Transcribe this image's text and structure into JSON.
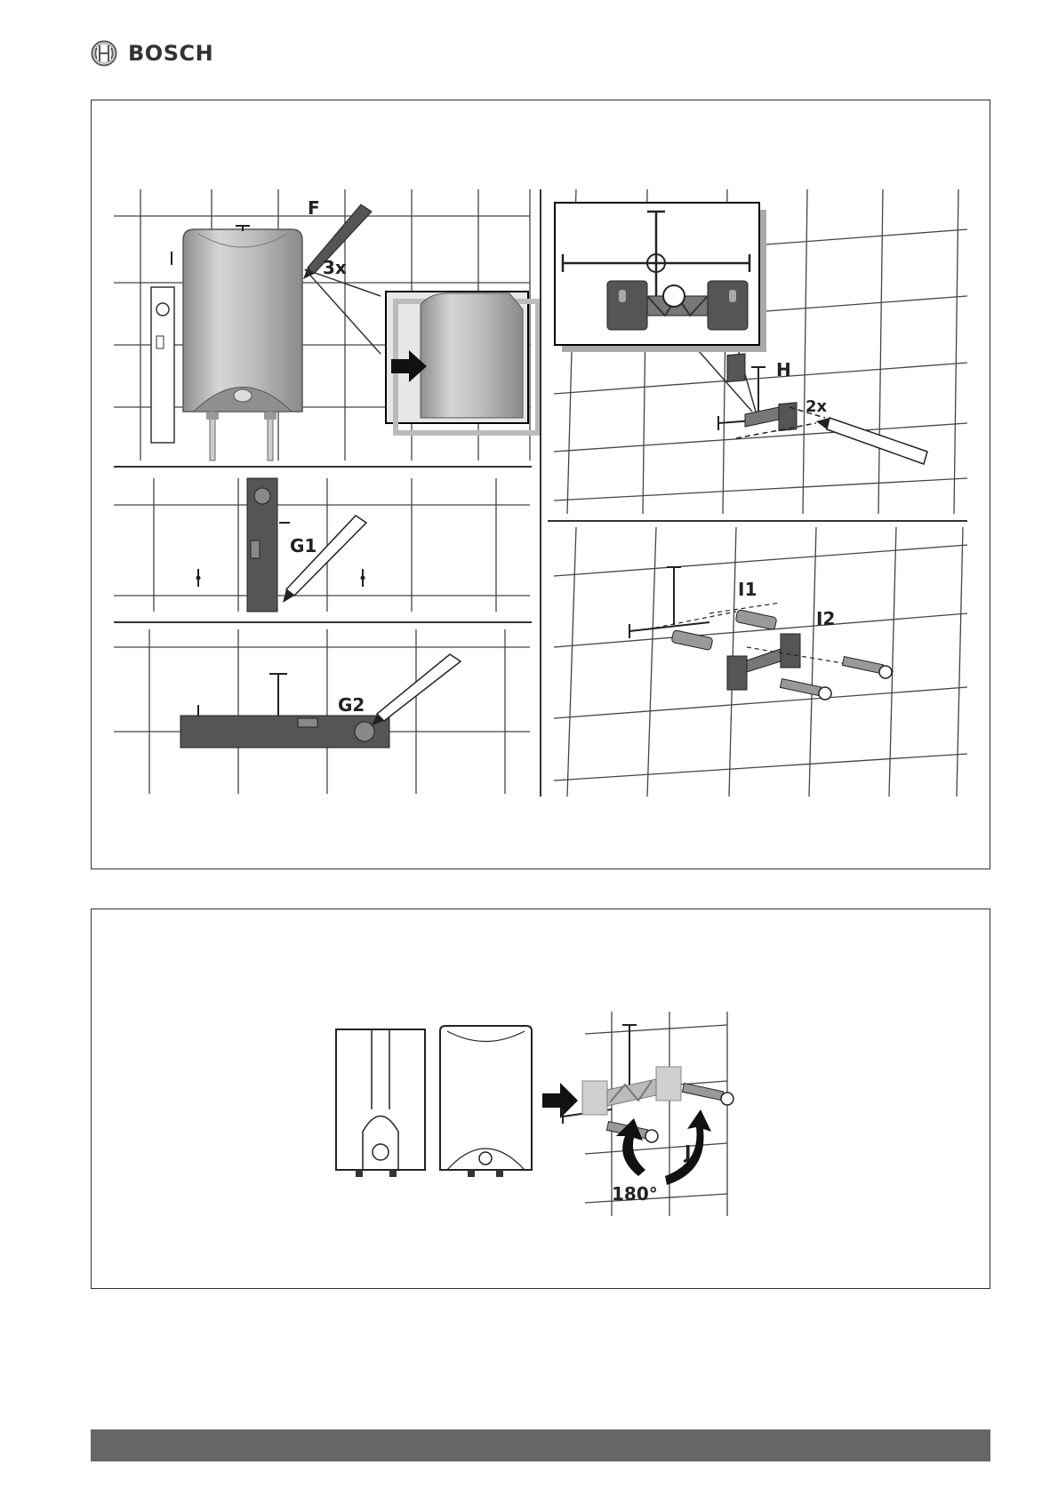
{
  "brand": {
    "name": "BOSCH",
    "logo_icon": "bosch-armature-icon"
  },
  "figure1": {
    "labels": {
      "f": "F",
      "f_count": "3x",
      "g1": "G1",
      "g2": "G2",
      "h": "H",
      "h_count": "2x",
      "i1": "I1",
      "i2": "I2"
    }
  },
  "figure2": {
    "labels": {
      "j": "J",
      "rotation": "180°"
    }
  },
  "colors": {
    "frame_border": "#333333",
    "footer_bar": "#666666",
    "device_fill": "#b5b5b5",
    "bracket_fill": "#555555"
  }
}
